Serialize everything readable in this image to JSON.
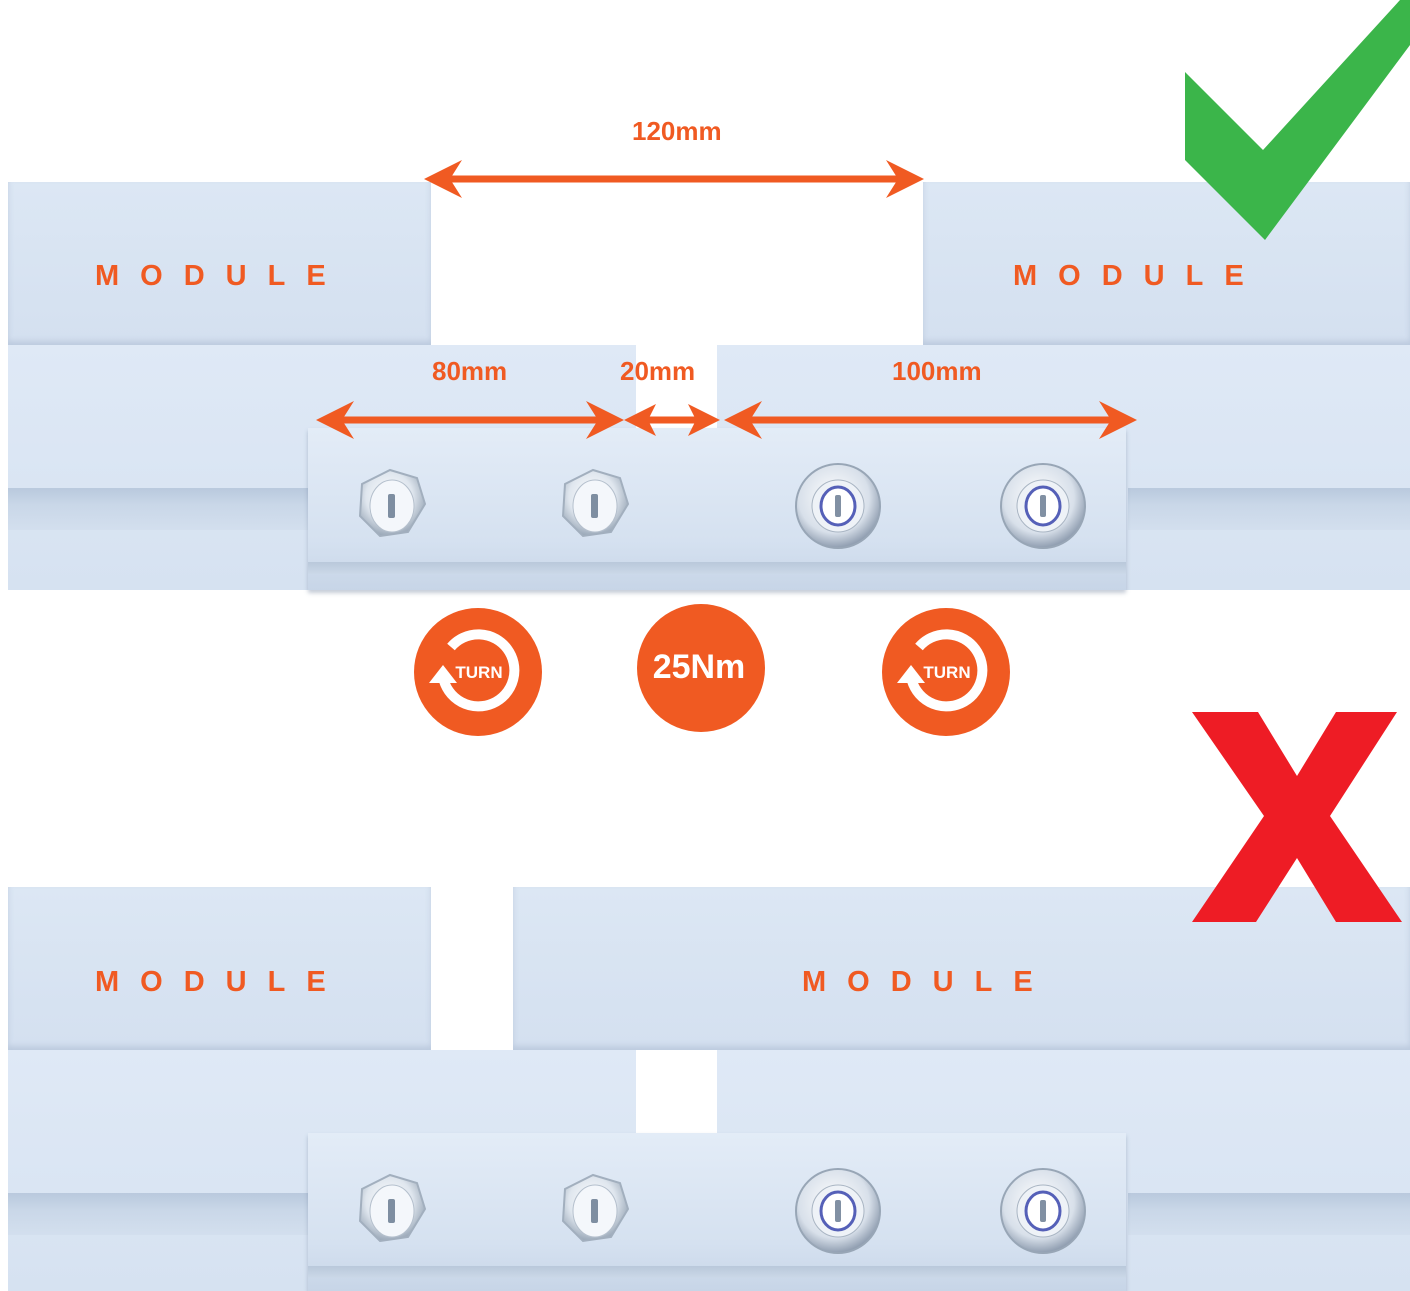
{
  "correct": {
    "left_module_label": "MODULE",
    "right_module_label": "MODULE",
    "gap_label": "120mm",
    "dim_left_label": "80mm",
    "dim_center_label": "20mm",
    "dim_right_label": "100mm"
  },
  "instructions": {
    "turn_left_label": "TURN",
    "torque_label": "25Nm",
    "turn_right_label": "TURN"
  },
  "incorrect": {
    "left_module_label": "MODULE",
    "right_module_label": "MODULE"
  },
  "colors": {
    "accent": "#f05a22",
    "check": "#3bb54a",
    "cross": "#ee1c25",
    "rail": "#d6e2f1"
  }
}
